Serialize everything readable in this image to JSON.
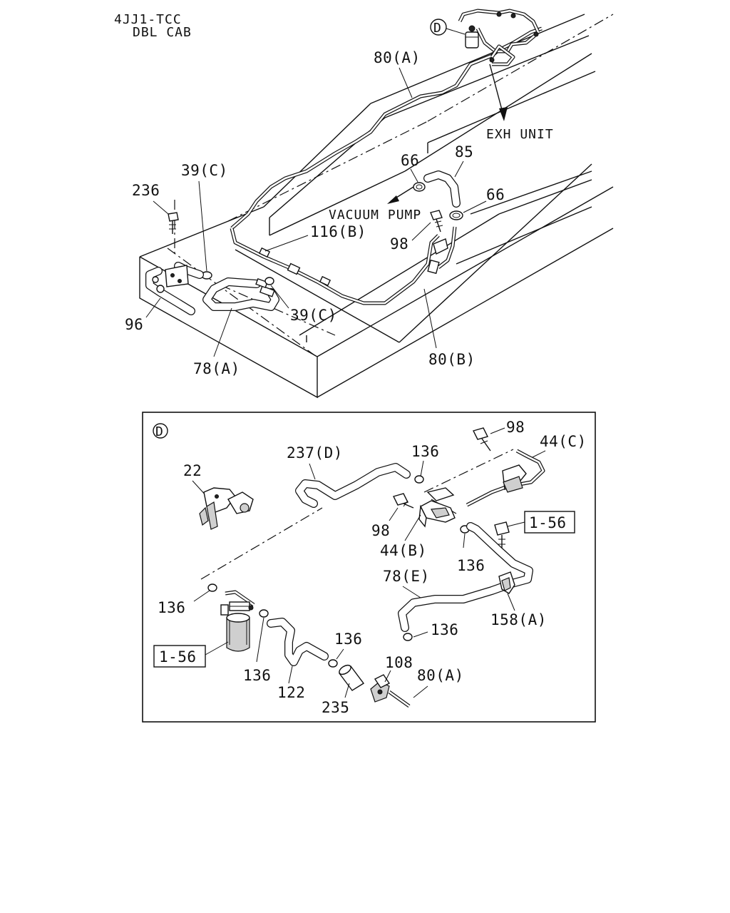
{
  "header": {
    "model": "4JJ1-TCC",
    "cab": "DBL CAB"
  },
  "upper_view": {
    "detail_marker": "D",
    "labels": {
      "pipe_80a": "80(A)",
      "exh_unit": "EXH UNIT",
      "hose_66_upper": "66",
      "hose_85": "85",
      "clip_66_right": "66",
      "vacuum_pump": "VACUUM PUMP",
      "bolt_98": "98",
      "hose_116b": "116(B)",
      "clip_39c_top": "39(C)",
      "bolt_236": "236",
      "pipe_96": "96",
      "clip_39c_bottom": "39(C)",
      "hose_78a": "78(A)",
      "pipe_80b": "80(B)"
    }
  },
  "detail_view": {
    "marker": "D",
    "labels": {
      "bracket_22": "22",
      "hose_237d": "237(D)",
      "clip_136_top": "136",
      "bolt_98": "98",
      "pipe_44c": "44(C)",
      "ref_1_56_right": "1-56",
      "bolt_98_left": "98",
      "bracket_44b": "44(B)",
      "clip_136_mid": "136",
      "hose_78e": "78(E)",
      "clip_158a": "158(A)",
      "clip_136_left": "136",
      "clip_136_bottom_right": "136",
      "ref_1_56_left": "1-56",
      "clip_136_lower": "136",
      "hose_122": "122",
      "clip_136_center": "136",
      "hose_235": "235",
      "clamp_108": "108",
      "pipe_80a": "80(A)"
    }
  }
}
